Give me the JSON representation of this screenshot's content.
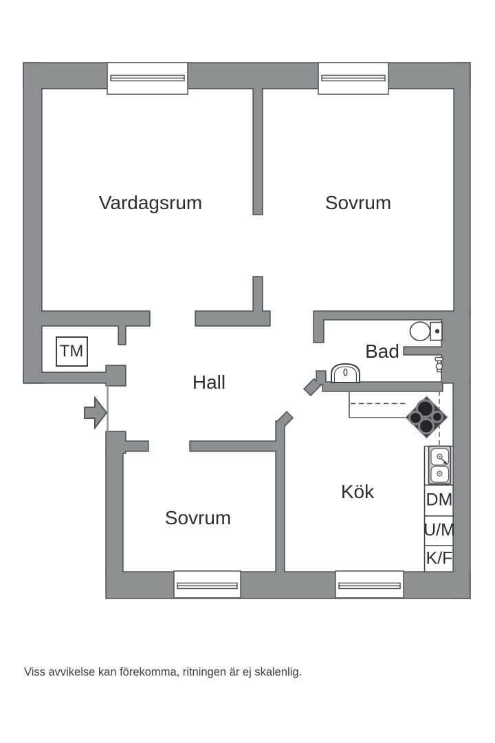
{
  "floorplan": {
    "rooms": {
      "vardagsrum": "Vardagsrum",
      "sovrum_1": "Sovrum",
      "hall": "Hall",
      "bad": "Bad",
      "kok": "Kök",
      "sovrum_2": "Sovrum"
    },
    "appliances": {
      "tm": "TM",
      "dm": "DM",
      "um": "U/M",
      "kf": "K/F"
    },
    "icons": [
      "entrance-arrow-icon",
      "toilet-icon",
      "bathroom-sink-icon",
      "bathroom-tap-icon",
      "stove-icon",
      "kitchen-sink-icon",
      "window-icon"
    ],
    "disclaimer": "Viss avvikelse kan förekomma, ritningen är ej skalenlig.",
    "colors": {
      "wall": "#8e9192",
      "outline": "#54575b",
      "fixture_outline": "#3f4245",
      "stove_fill": "#3b3e40",
      "text": "#2b2d2f"
    }
  }
}
